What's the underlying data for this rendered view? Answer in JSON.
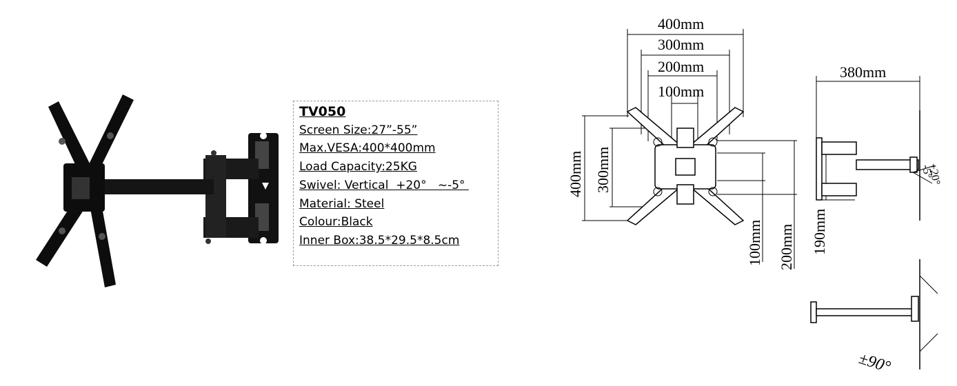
{
  "spec": {
    "model": "TV050",
    "lines": [
      "Screen Size:27”-55”",
      "Max.VESA:400*400mm",
      "Load Capacity:25KG",
      "Swivel: Vertical  +20°   ~-5° ",
      "Material: Steel",
      "Colour:Black",
      "Inner Box:38.5*29.5*8.5cm"
    ]
  },
  "dimensions": {
    "w400": "400mm",
    "w300": "300mm",
    "w200": "200mm",
    "w100": "100mm",
    "h400": "400mm",
    "h300": "300mm",
    "h100": "100mm",
    "h200": "200mm",
    "depth380": "380mm",
    "h190": "190mm",
    "tilt": "+20°",
    "tilt_neg": "-5°",
    "swivel": "±90°"
  },
  "colors": {
    "product": "#111111",
    "line": "#000000"
  }
}
